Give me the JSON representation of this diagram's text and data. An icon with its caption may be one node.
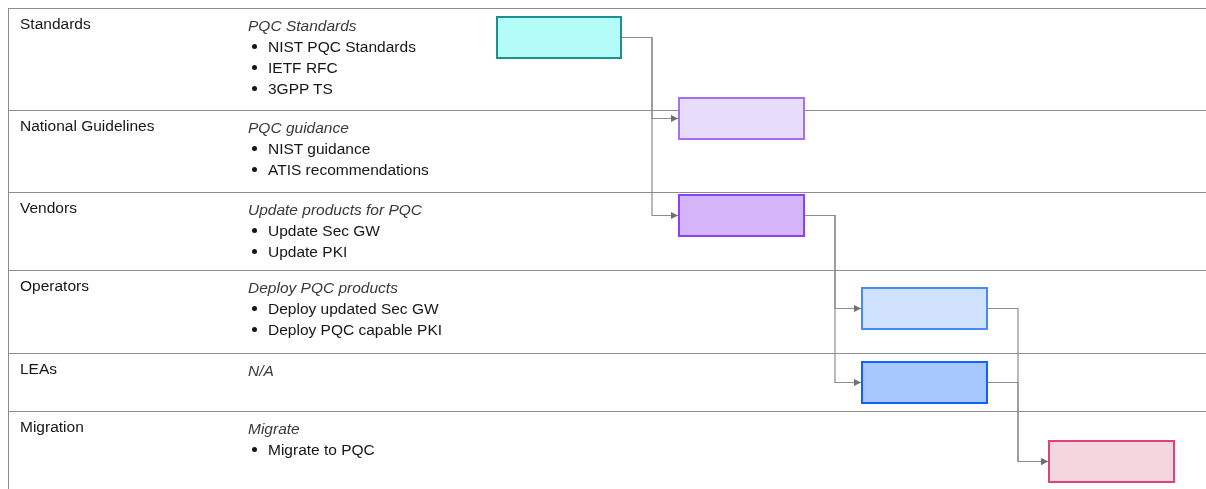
{
  "diagram": {
    "nodes": [
      {
        "text": [
          "Standards",
          "PQC Standards",
          "NIST PQC Standards",
          "IETF RFC",
          "3GPP TS"
        ]
      },
      {
        "text": [
          "National Guidelines",
          "PQC guidance",
          "NIST guidance",
          "ATIS recommendations"
        ]
      },
      {
        "text": [
          "Vendors",
          "Update products for PQC",
          "Update Sec GW",
          "Update PKI"
        ]
      },
      {
        "text": [
          "Operators",
          "Deploy PQC products",
          "Deploy updated Sec GW",
          "Deploy PQC capable PKI"
        ]
      },
      {
        "text": [
          "LEAs",
          "N/A"
        ]
      },
      {
        "text": [
          "Migration",
          "Migrate",
          "Migrate to PQC"
        ]
      },
      {
        "text": [],
        "shape": "box"
      },
      {
        "text": [],
        "shape": "box"
      },
      {
        "text": [],
        "shape": "box"
      },
      {
        "text": [],
        "shape": "box"
      },
      {
        "text": [],
        "shape": "box"
      },
      {
        "text": [],
        "shape": "box"
      }
    ],
    "edges": [
      {
        "from": 6,
        "to": 7,
        "arrow": "to"
      },
      {
        "from": 6,
        "to": 8,
        "arrow": "to"
      },
      {
        "from": 8,
        "to": 9,
        "arrow": "to"
      },
      {
        "from": 8,
        "to": 10,
        "arrow": "to"
      },
      {
        "from": 9,
        "to": 11,
        "arrow": "to"
      },
      {
        "from": 10,
        "to": 11,
        "arrow": "to"
      }
    ]
  }
}
